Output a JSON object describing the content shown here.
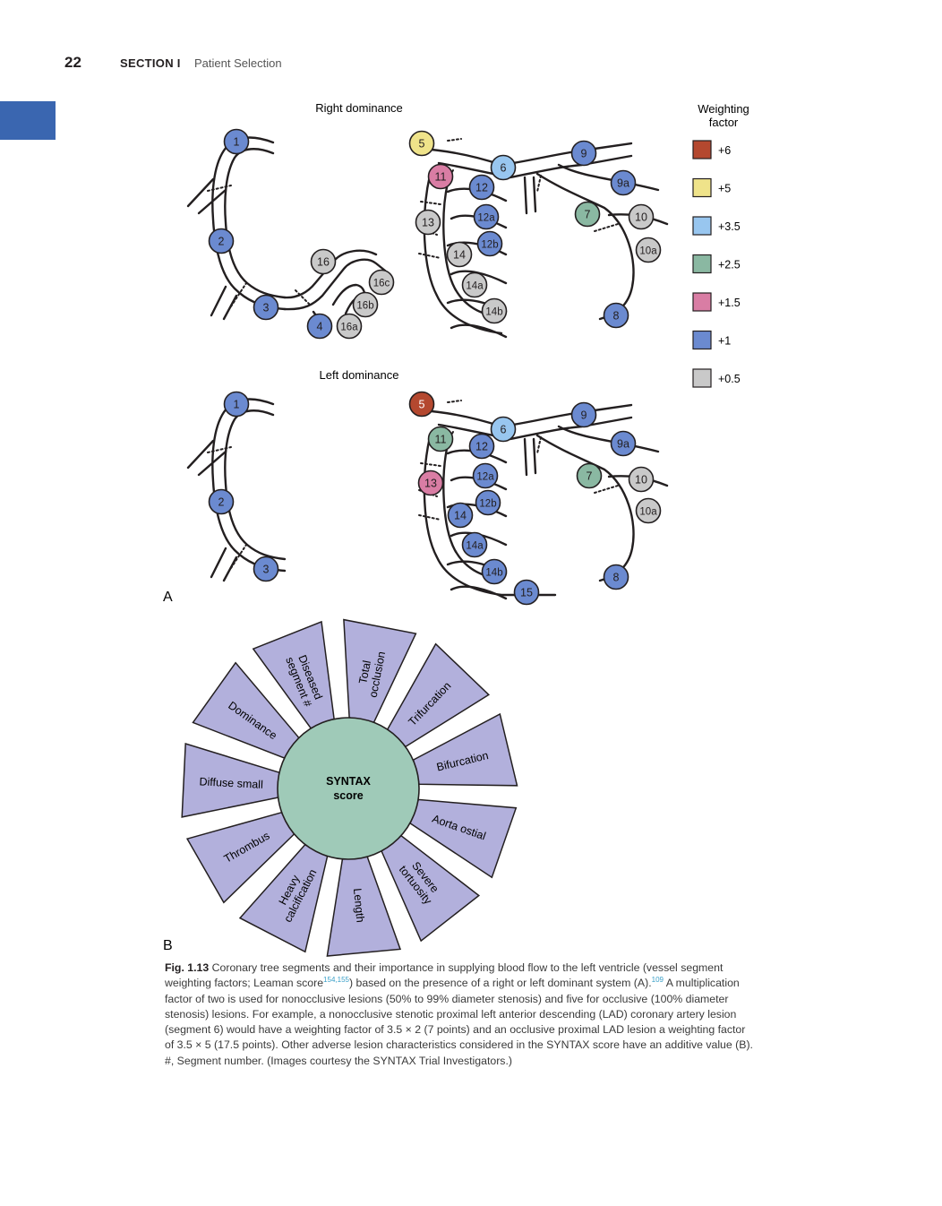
{
  "header": {
    "page_number": "22",
    "section_label": "SECTION I",
    "section_title": "Patient Selection"
  },
  "colors": {
    "w6": "#b4482f",
    "w5": "#efe38a",
    "w3_5": "#98c6ef",
    "w2_5": "#8ab8a2",
    "w1_5": "#d97da4",
    "w1": "#6b8ad0",
    "w0_5": "#c9c9c9",
    "petal": "#b2b0dc",
    "center": "#9fcab8",
    "side_tab": "#3a66b0"
  },
  "panel_a": {
    "label": "A",
    "right_title": "Right dominance",
    "left_title": "Left dominance",
    "legend_title_1": "Weighting",
    "legend_title_2": "factor",
    "legend": [
      {
        "label": "+6",
        "color": "w6"
      },
      {
        "label": "+5",
        "color": "w5"
      },
      {
        "label": "+3.5",
        "color": "w3_5"
      },
      {
        "label": "+2.5",
        "color": "w2_5"
      },
      {
        "label": "+1.5",
        "color": "w1_5"
      },
      {
        "label": "+1",
        "color": "w1"
      },
      {
        "label": "+0.5",
        "color": "w0_5"
      }
    ],
    "right_nodes": [
      {
        "label": "1",
        "color": "w1"
      },
      {
        "label": "2",
        "color": "w1"
      },
      {
        "label": "3",
        "color": "w1"
      },
      {
        "label": "4",
        "color": "w1"
      },
      {
        "label": "16",
        "color": "w0_5"
      },
      {
        "label": "16a",
        "color": "w0_5"
      },
      {
        "label": "16b",
        "color": "w0_5"
      },
      {
        "label": "16c",
        "color": "w0_5"
      },
      {
        "label": "5",
        "color": "w5"
      },
      {
        "label": "6",
        "color": "w3_5"
      },
      {
        "label": "11",
        "color": "w1_5"
      },
      {
        "label": "12",
        "color": "w1"
      },
      {
        "label": "12a",
        "color": "w1"
      },
      {
        "label": "12b",
        "color": "w1"
      },
      {
        "label": "13",
        "color": "w0_5"
      },
      {
        "label": "14",
        "color": "w0_5"
      },
      {
        "label": "14a",
        "color": "w0_5"
      },
      {
        "label": "14b",
        "color": "w0_5"
      },
      {
        "label": "9",
        "color": "w1"
      },
      {
        "label": "9a",
        "color": "w1"
      },
      {
        "label": "7",
        "color": "w2_5"
      },
      {
        "label": "10",
        "color": "w0_5"
      },
      {
        "label": "10a",
        "color": "w0_5"
      },
      {
        "label": "8",
        "color": "w1"
      }
    ],
    "left_nodes": [
      {
        "label": "1",
        "color": "w1"
      },
      {
        "label": "2",
        "color": "w1"
      },
      {
        "label": "3",
        "color": "w1"
      },
      {
        "label": "5",
        "color": "w6"
      },
      {
        "label": "6",
        "color": "w3_5"
      },
      {
        "label": "11",
        "color": "w2_5"
      },
      {
        "label": "12",
        "color": "w1"
      },
      {
        "label": "12a",
        "color": "w1"
      },
      {
        "label": "13",
        "color": "w1_5"
      },
      {
        "label": "12b",
        "color": "w1"
      },
      {
        "label": "14",
        "color": "w1"
      },
      {
        "label": "14a",
        "color": "w1"
      },
      {
        "label": "14b",
        "color": "w1"
      },
      {
        "label": "15",
        "color": "w1"
      },
      {
        "label": "9",
        "color": "w1"
      },
      {
        "label": "9a",
        "color": "w1"
      },
      {
        "label": "7",
        "color": "w2_5"
      },
      {
        "label": "10",
        "color": "w0_5"
      },
      {
        "label": "10a",
        "color": "w0_5"
      },
      {
        "label": "8",
        "color": "w1"
      }
    ]
  },
  "panel_b": {
    "label": "B",
    "center_line_1": "SYNTAX",
    "center_line_2": "score",
    "petals": [
      [
        "Total",
        "occlusion"
      ],
      [
        "Trifurcation"
      ],
      [
        "Bifurcation"
      ],
      [
        "Aorta ostial"
      ],
      [
        "Severe",
        "tortuosity"
      ],
      [
        "Length"
      ],
      [
        "Heavy",
        "calcification"
      ],
      [
        "Thrombus"
      ],
      [
        "Diffuse small"
      ],
      [
        "Dominance"
      ],
      [
        "Diseased",
        "segment #"
      ]
    ]
  },
  "caption": {
    "fig_label": "Fig. 1.13",
    "text_1": " Coronary tree segments and their importance in supplying blood flow to the left ventricle (vessel segment weighting factors; Leaman score",
    "ref_1": "154,155",
    "text_2": ") based on the presence of a right or left dominant system (A).",
    "ref_2": "109",
    "text_3": " A multiplication factor of two is used for nonocclusive lesions (50% to 99% diameter stenosis) and five for occlusive (100% diameter stenosis) lesions. For example, a nonocclusive stenotic proximal left anterior descending (LAD) coronary artery lesion (segment 6) would have a weighting factor of 3.5 × 2 (7 points) and an occlusive proximal LAD lesion a weighting factor of 3.5 × 5 (17.5 points). Other adverse lesion characteristics considered in the SYNTAX score have an additive value (B). #, Segment number. (Images courtesy the SYNTAX Trial Investigators.)"
  }
}
